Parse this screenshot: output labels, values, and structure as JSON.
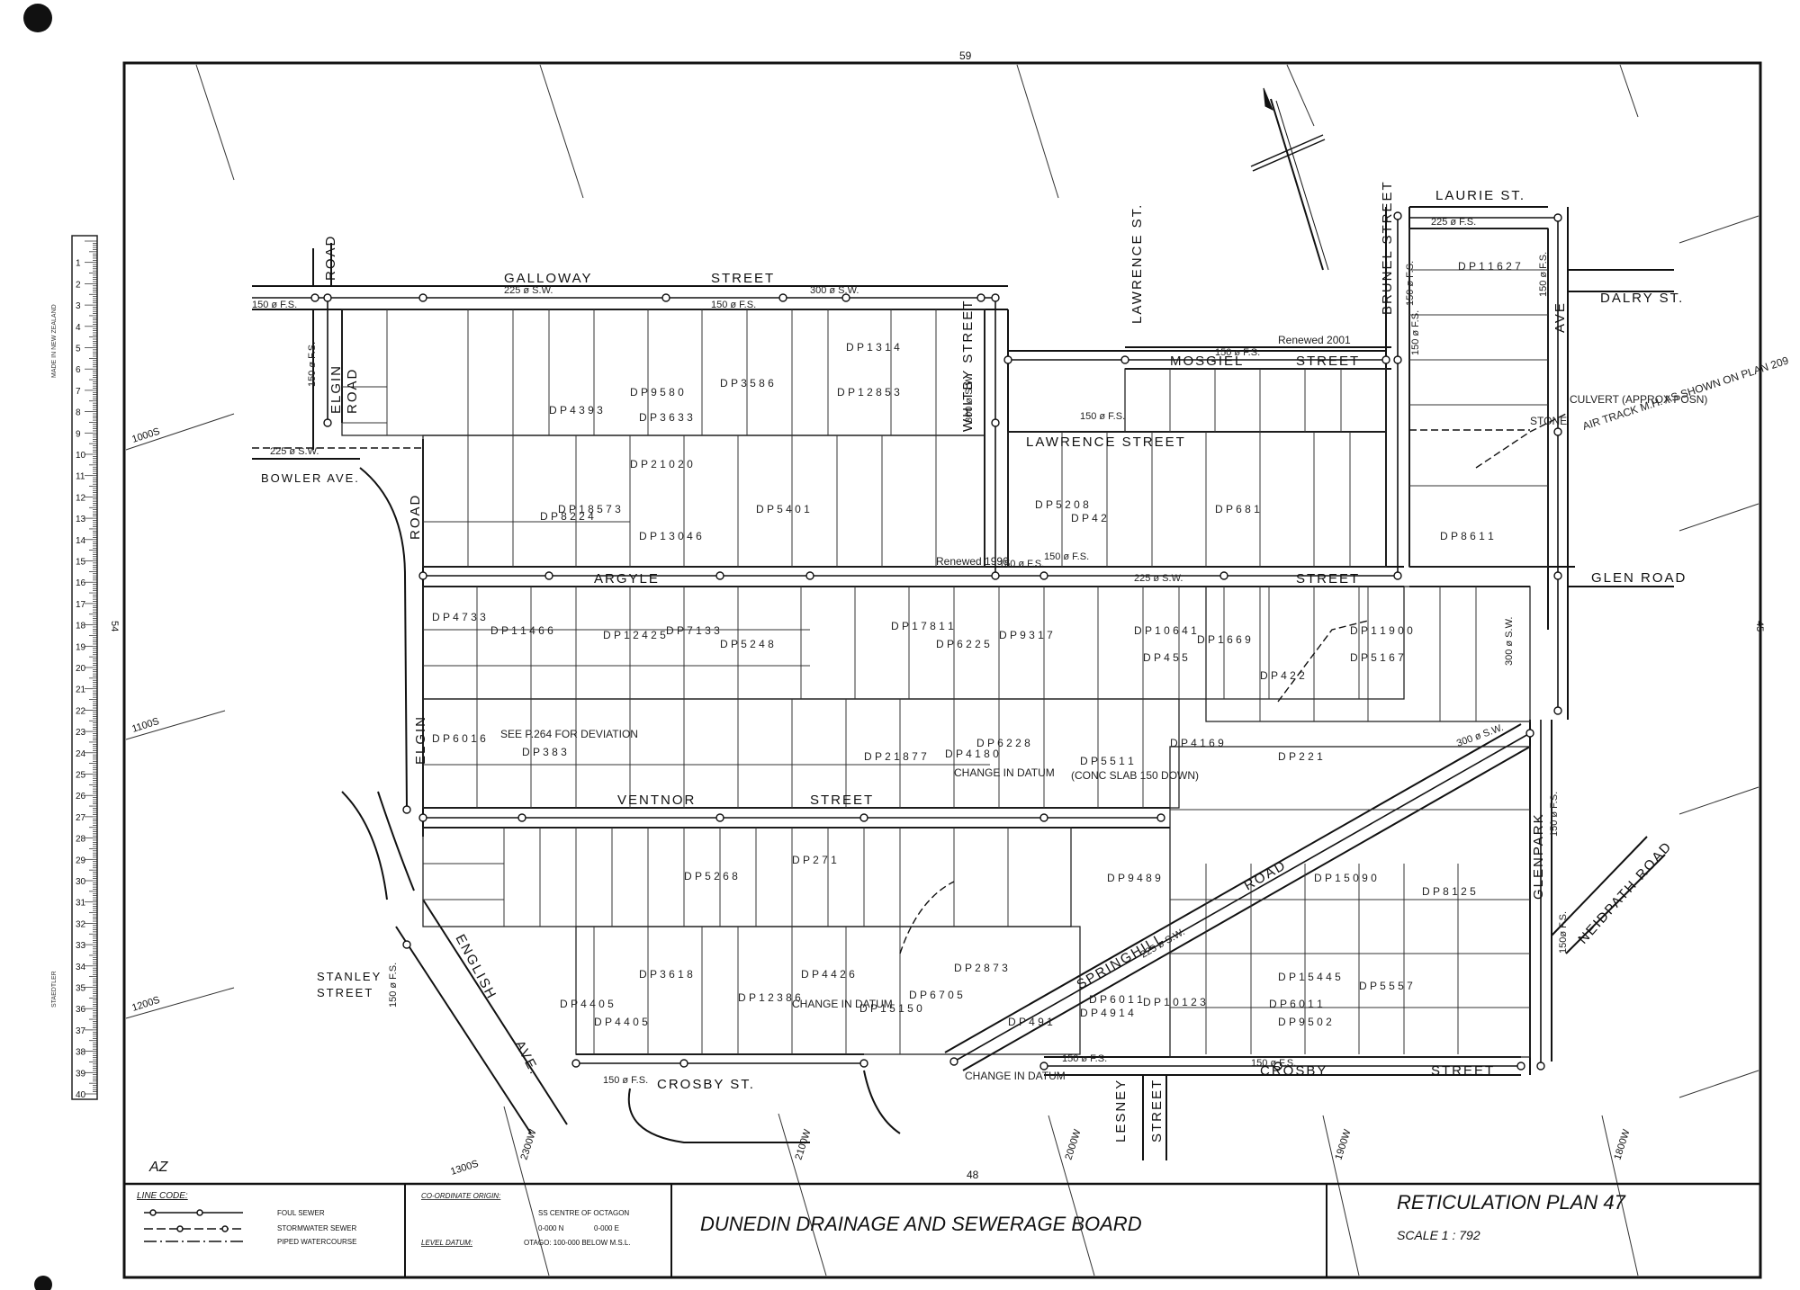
{
  "sheet": {
    "page_top_number": "59",
    "page_bottom_number": "48",
    "left_edge_number": "54",
    "right_edge_number": "45",
    "initials": "AZ"
  },
  "grid_refs": [
    "1000S",
    "1100S",
    "1200S",
    "1300S",
    "2300W",
    "2100W",
    "2000W",
    "1900W",
    "1800W"
  ],
  "streets": [
    "GALLOWAY",
    "STREET",
    "ROAD",
    "ELGIN",
    "ROAD",
    "BOWLER AVE.",
    "ROAD",
    "WHITBY STREET",
    "LAWRENCE ST.",
    "LAWRENCE STREET",
    "MOSGIEL",
    "STREET",
    "BRUNEL STREET",
    "LAURIE ST.",
    "AVE",
    "DALRY ST.",
    "ARGYLE",
    "STREET",
    "GLEN ROAD",
    "ELGIN",
    "VENTNOR",
    "STREET",
    "SPRINGHILL",
    "ROAD",
    "GLENPARK",
    "NEIDPATH ROAD",
    "STANLEY",
    "STREET",
    "ENGLISH",
    "AVE.",
    "CROSBY ST.",
    "LESNEY",
    "STREET",
    "CROSBY",
    "STREET"
  ],
  "pipe_notes": [
    "150 ø F.S.",
    "225 ø S.W.",
    "300 ø S.W.",
    "150 ø F.S.",
    "150 ø F.S.",
    "225 ø S.W.",
    "150 ø F.S.",
    "300 ø S.W.",
    "150 ø F.S.",
    "225 ø S.W.",
    "150 ø F.S.",
    "150 ø F.S.",
    "150 ø F.S.",
    "150 ø F.S.",
    "225 ø F.S.",
    "150 ø F.S.",
    "300 ø S.W.",
    "150 ø F.S.",
    "150 ø F.S.",
    "150ø F.S.",
    "150 ø F.S.",
    "300 ø S.W.",
    "225 ø S.W.",
    "150 ø F.S.",
    "150 ø F.S."
  ],
  "parcels": [
    "D P 3 5 8 6",
    "D P 5 4 0 1",
    "D P 5 2 4 8",
    "D P 4 2",
    "D P 6 8 1",
    "D P 6 2 2 8",
    "D P 5 5 1 1",
    "D P 4 1 6 9",
    "D P 3 8 3",
    "D P 5 2 6 8",
    "D P 1 5 0 9 0",
    "D P 8 1 2 5",
    "D P 4 4 0 5",
    "D P 6 7 0 5",
    "D P 4 9 1",
    "D P 6 0 1 1",
    "D P 1 1 6 2 7",
    "D P 1 3 1 4",
    "D P 1 2 8 5 3",
    "D P 1 7 8 1 1",
    "D P 1 0 6 4 1",
    "D P 9 3 1 7",
    "D P 2 1 0 2 0",
    "D P 1 8 5 7 3",
    "D P 8 2 2 4",
    "D P 1 3 0 4 6",
    "D P 4 7 3 3",
    "D P 1 1 4 6 6",
    "D P 1 2 4 2 5",
    "D P 7 1 3 3",
    "D P 6 0 1 6",
    "D P 4 4 0 5",
    "D P 4 4 2 6",
    "D P 1 2 3 8 6",
    "D P 1 5 1 5 0",
    "D P 2 8 7 3",
    "D P 4 9 1 4",
    "D P 1 0 1 2 3",
    "D P 1 5 4 4 5",
    "D P 9 5 0 2",
    "D P 5 5 5 7",
    "D P 4 5 5",
    "D P 1 6 6 9",
    "D P 4 2 2",
    "D P 5 1 6 7",
    "D P 1 1 9 0 0",
    "D P 8 6 1 1",
    "D P 5 2 0 8",
    "D P 6 0 1 1",
    "D P 2 1 8 7 7",
    "D P 4 1 8 0",
    "D P 2 7 1",
    "D P 3 6 1 8",
    "D P 9 4 8 9",
    "D P 9 5 8 0",
    "D P 4 3 9 3",
    "D P 3 6 3 3",
    "D P 6 2 2 5",
    "D P 2 2 1"
  ],
  "annotations": [
    "CULVERT (APPROX POSN)",
    "STONE",
    "AIR TRACK M.H. AS SHOWN ON PLAN 209",
    "CHANGE IN DATUM",
    "CHANGE IN DATUM",
    "CHANGE IN DATUM",
    "SEE P.264 FOR DEVIATION",
    "(CONC SLAB 150 DOWN)",
    "Renewed 2001",
    "Renewed 1996"
  ],
  "legend": {
    "title": "LINE  CODE:",
    "items": [
      "FOUL  SEWER",
      "STORMWATER  SEWER",
      "PIPED  WATERCOURSE"
    ]
  },
  "coordinate_block": {
    "origin_label": "CO-ORDINATE  ORIGIN:",
    "origin_value": "SS  CENTRE  OF  OCTAGON",
    "north": "0-000 N",
    "east": "0-000 E",
    "datum_label": "LEVEL  DATUM:",
    "datum_value": "OTAGO:  100-000  BELOW  M.S.L."
  },
  "board_name": "DUNEDIN   DRAINAGE   AND   SEWERAGE   BOARD",
  "plan_title": "RETICULATION   PLAN   47",
  "scale": "SCALE   1 : 792",
  "ruler": {
    "cm_marks": [
      "1",
      "2",
      "3",
      "4",
      "5",
      "6",
      "7",
      "8",
      "9",
      "10",
      "11",
      "12",
      "13",
      "14",
      "15",
      "16",
      "17",
      "18",
      "19",
      "20",
      "21",
      "22",
      "23",
      "24",
      "25",
      "26",
      "27",
      "28",
      "29",
      "30",
      "31",
      "32",
      "33",
      "34",
      "35",
      "36",
      "37",
      "38",
      "39",
      "40"
    ],
    "label_top": "MADE IN NEW ZEALAND",
    "label_bottom": "STAEDTLER"
  },
  "colors": {
    "ink": "#111111",
    "paper": "#ffffff"
  }
}
